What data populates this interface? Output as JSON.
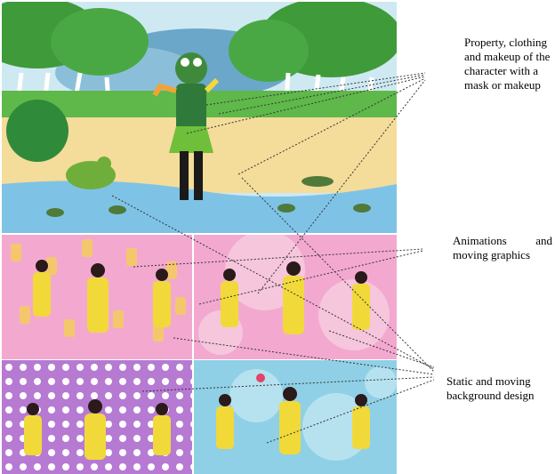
{
  "labels": {
    "property": "Property, clothing and makeup of the character with a mask or makeup",
    "animations_line1": "Animations and",
    "animations_line2": "moving graphics",
    "background": "Static and moving background design"
  },
  "colors": {
    "sky": "#cfe9f2",
    "sand": "#f4dc9a",
    "water": "#7ec3e6",
    "tree_green": "#3f9a3a",
    "frog_green": "#6fae3a",
    "pink_bg": "#f3a9cf",
    "pink_light": "#f6c6dd",
    "purple_bg": "#b67ad3",
    "blue_bg": "#8fd0e6",
    "yellow_costume": "#f1d93a",
    "connector": "#333333"
  }
}
